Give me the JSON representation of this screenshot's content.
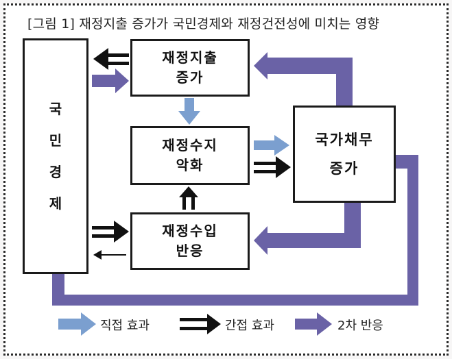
{
  "title": "[그림 1] 재정지출 증가가 국민경제와 재정건전성에 미치는 영향",
  "nodes": {
    "national_economy": [
      "국",
      "민",
      "경",
      "제"
    ],
    "spending_increase": [
      "재정지출",
      "증가"
    ],
    "balance_worsening": [
      "재정수지",
      "악화"
    ],
    "debt_increase": [
      "국가채무",
      "증가"
    ],
    "revenue_response": [
      "재정수입",
      "반응"
    ]
  },
  "legend": {
    "direct": "직접 효과",
    "indirect": "간접 효과",
    "secondary": "2차 반응"
  },
  "colors": {
    "direct": "#7b9fcf",
    "secondary": "#6a62a6",
    "indirect": "#111111"
  }
}
